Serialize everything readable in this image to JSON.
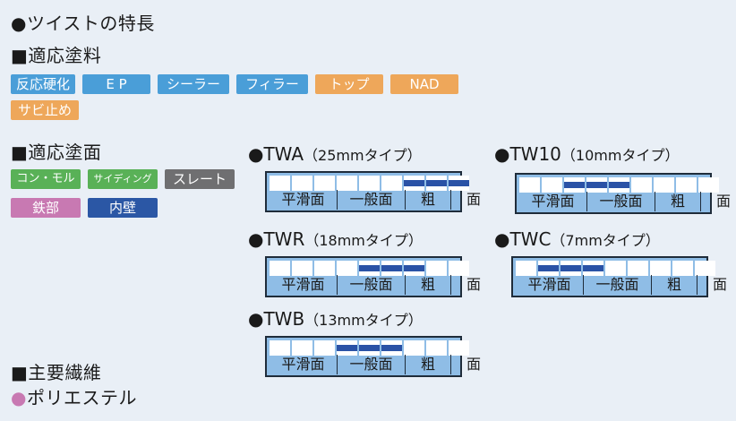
{
  "features_title": "●ツイストの特長",
  "paint_heading": "■適応塗料",
  "paint_tags": [
    "反応硬化",
    "E P",
    "シーラー",
    "フィラー",
    "トップ",
    "NAD",
    "サビ止め"
  ],
  "colors": {
    "blue": "#4a9ed8",
    "orange": "#eea75a",
    "green": "#59b157",
    "gray": "#6f6f71",
    "pink": "#c879b2",
    "navy": "#2b57a5",
    "bar": "#2a52a6",
    "scale_bg": "#8fbde6"
  },
  "surface_heading": "■適応塗面",
  "surface_tags": [
    "コン・モル",
    "サイディング",
    "スレート",
    "鉄部",
    "内壁"
  ],
  "fiber_heading": "■主要繊維",
  "fiber_bullet": "●",
  "fiber_name": "ポリエステル",
  "scale_labels": [
    "平滑面",
    "一般面",
    "粗",
    "面"
  ],
  "products": [
    {
      "name": "●TWA",
      "size": "（25mmタイプ）",
      "cells": 9,
      "fill_start": 6,
      "fill_end": 9
    },
    {
      "name": "●TWR",
      "size": "（18mmタイプ）",
      "cells": 9,
      "fill_start": 4,
      "fill_end": 7
    },
    {
      "name": "●TWB",
      "size": "（13mmタイプ）",
      "cells": 9,
      "fill_start": 3,
      "fill_end": 6
    },
    {
      "name": "●TW10",
      "size": "（10mmタイプ）",
      "cells": 9,
      "fill_start": 2,
      "fill_end": 5
    },
    {
      "name": "●TWC",
      "size": "（7mmタイプ）",
      "cells": 9,
      "fill_start": 1,
      "fill_end": 4
    }
  ]
}
